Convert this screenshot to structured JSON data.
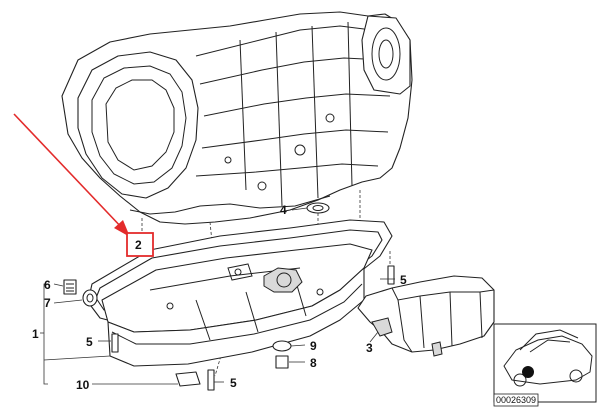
{
  "diagram": {
    "callout_labels": {
      "l1": "1",
      "l2": "2",
      "l3": "3",
      "l4": "4",
      "l5a": "5",
      "l5b": "5",
      "l5c": "5",
      "l6": "6",
      "l7": "7",
      "l8": "8",
      "l9": "9",
      "l10": "10"
    },
    "highlighted_label": "2",
    "thumbnail_code": "00026309",
    "colors": {
      "highlight_arrow": "#e32b2b",
      "highlight_box": "#e32b2b",
      "line_art": "#222222"
    }
  }
}
